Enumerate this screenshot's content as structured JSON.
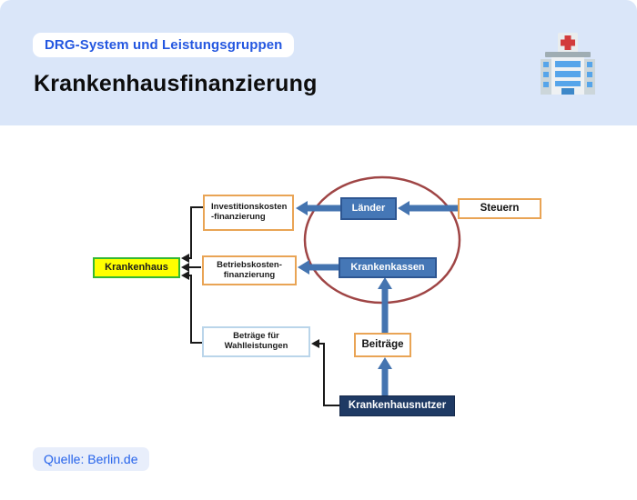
{
  "header": {
    "badge": "DRG-System und Leistungsgruppen",
    "title": "Krankenhausfinanzierung",
    "icon": "hospital-icon"
  },
  "diagram": {
    "nodes": {
      "krankenhaus": {
        "label": "Krankenhaus"
      },
      "investitionskosten": {
        "line1": "Investitionskosten",
        "line2": "-finanzierung"
      },
      "betriebskosten": {
        "line1": "Betriebskosten-",
        "line2": "finanzierung"
      },
      "wahlleistungen": {
        "line1": "Beträge für",
        "line2": "Wahlleistungen"
      },
      "laender": {
        "label": "Länder"
      },
      "krankenkassen": {
        "label": "Krankenkassen"
      },
      "steuern": {
        "label": "Steuern"
      },
      "beitraege": {
        "label": "Beiträge"
      },
      "krankenhausnutzer": {
        "label": "Krankenhausnutzer"
      }
    },
    "colors": {
      "highlight_fill": "#ffff00",
      "highlight_border": "#33b833",
      "orange_border": "#e9a455",
      "lightblue_border": "#bad5ea",
      "blue_fill": "#4577b6",
      "blue_border": "#2d5692",
      "navy_fill": "#1f3a64",
      "arrow_blue": "#4474b0",
      "ellipse_stroke": "#9f4545",
      "line_black": "#1a1a1a"
    }
  },
  "footer": {
    "source": "Quelle: Berlin.de"
  },
  "colors": {
    "header_bg": "#dae6f9",
    "accent_blue": "#2563eb",
    "badge_bg": "#ffffff",
    "source_badge_bg": "#e8eefb"
  }
}
